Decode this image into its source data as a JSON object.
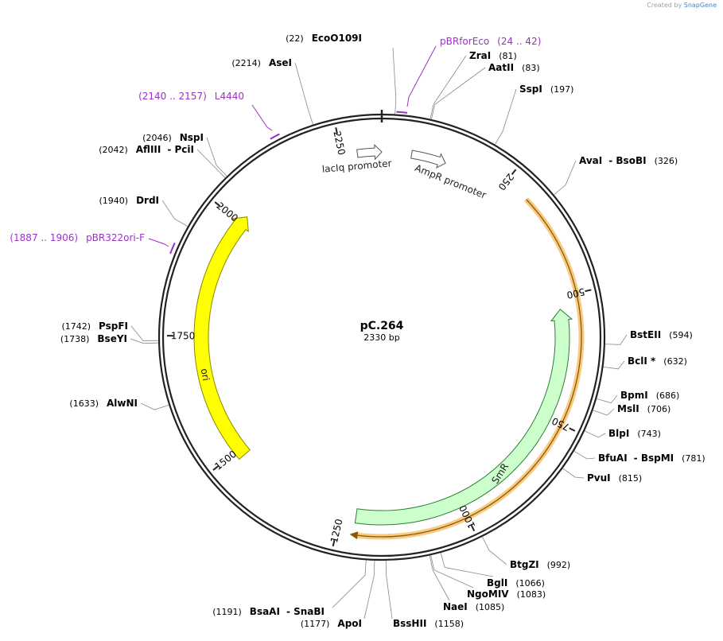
{
  "watermark": {
    "prefix": "Created by",
    "brand": "SnapGene"
  },
  "plasmid": {
    "name": "pC.264",
    "length_label": "2330 bp",
    "length": 2330
  },
  "ticks": [
    {
      "pos": 250,
      "label": "250"
    },
    {
      "pos": 500,
      "label": "500"
    },
    {
      "pos": 750,
      "label": "750"
    },
    {
      "pos": 1000,
      "label": "1000"
    },
    {
      "pos": 1250,
      "label": "1250"
    },
    {
      "pos": 1500,
      "label": "1500"
    },
    {
      "pos": 1750,
      "label": "1750"
    },
    {
      "pos": 2000,
      "label": "2000"
    },
    {
      "pos": 2250,
      "label": "2250"
    }
  ],
  "features": [
    {
      "name": "lacIq promoter",
      "start": 2290,
      "end": 2330,
      "color": "#ffffff",
      "stroke": "#555555"
    },
    {
      "name": "AmpR promoter",
      "start": 60,
      "end": 150,
      "color": "#ffffff",
      "stroke": "#555555"
    },
    {
      "name": "SmR",
      "start": 530,
      "end": 1210,
      "color": "#ccffcc",
      "stroke": "#2e7d32",
      "label": "SmR"
    },
    {
      "name": "ori",
      "start": 1475,
      "end": 2020,
      "color": "#ffff00",
      "stroke": "#8a8a00",
      "label": "ori"
    }
  ],
  "orf": {
    "start": 300,
    "end": 1215,
    "color": "#f5b350"
  },
  "enzymes": [
    {
      "name": "EcoO109I",
      "pos_label": "(22)",
      "site": 22
    },
    {
      "name": "ZraI",
      "pos_label": "(81)",
      "site": 81
    },
    {
      "name": "AatII",
      "pos_label": "(83)",
      "site": 83
    },
    {
      "name": "SspI",
      "pos_label": "(197)",
      "site": 197
    },
    {
      "name": "AvaI",
      "name2": "BsoBI",
      "pos_label": "(326)",
      "site": 326
    },
    {
      "name": "BstEII",
      "pos_label": "(594)",
      "site": 594
    },
    {
      "name": "BclI *",
      "pos_label": "(632)",
      "site": 632
    },
    {
      "name": "BpmI",
      "pos_label": "(686)",
      "site": 686
    },
    {
      "name": "MslI",
      "pos_label": "(706)",
      "site": 706
    },
    {
      "name": "BlpI",
      "pos_label": "(743)",
      "site": 743
    },
    {
      "name": "BfuAI",
      "name2": "BspMI",
      "pos_label": "(781)",
      "site": 781
    },
    {
      "name": "PvuI",
      "pos_label": "(815)",
      "site": 815
    },
    {
      "name": "BtgZI",
      "pos_label": "(992)",
      "site": 992
    },
    {
      "name": "BglI",
      "pos_label": "(1066)",
      "site": 1066
    },
    {
      "name": "NgoMIV",
      "pos_label": "(1083)",
      "site": 1083
    },
    {
      "name": "NaeI",
      "pos_label": "(1085)",
      "site": 1085
    },
    {
      "name": "BssHII",
      "pos_label": "(1158)",
      "site": 1158
    },
    {
      "name": "ApoI",
      "pos_label": "(1177)",
      "site": 1177
    },
    {
      "name": "BsaAI",
      "name2": "SnaBI",
      "pos_label": "(1191)",
      "site": 1191
    },
    {
      "name": "AlwNI",
      "pos_label": "(1633)",
      "site": 1633
    },
    {
      "name": "BseYI",
      "pos_label": "(1738)",
      "site": 1738
    },
    {
      "name": "PspFI",
      "pos_label": "(1742)",
      "site": 1742
    },
    {
      "name": "DrdI",
      "pos_label": "(1940)",
      "site": 1940
    },
    {
      "name": "AflIII",
      "name2": "PciI",
      "pos_label": "(2042)",
      "site": 2042
    },
    {
      "name": "NspI",
      "pos_label": "(2046)",
      "site": 2046
    },
    {
      "name": "AseI",
      "pos_label": "(2214)",
      "site": 2214
    }
  ],
  "primers": [
    {
      "name": "pBRforEco",
      "range_label": "(24 .. 42)",
      "start": 24,
      "end": 42
    },
    {
      "name": "L4440",
      "range_label": "(2140 .. 2157)",
      "start": 2140,
      "end": 2157
    },
    {
      "name": "pBR322ori-F",
      "range_label": "(1887 .. 1906)",
      "start": 1887,
      "end": 1906
    }
  ]
}
